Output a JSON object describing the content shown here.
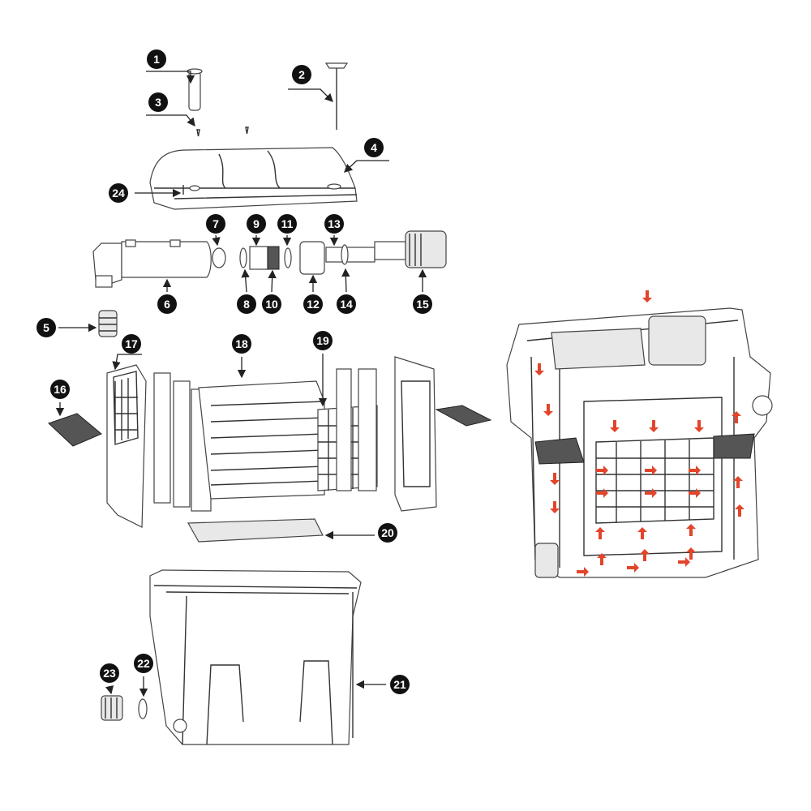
{
  "diagram": {
    "callouts": [
      "1",
      "2",
      "3",
      "4",
      "5",
      "6",
      "7",
      "8",
      "9",
      "10",
      "11",
      "12",
      "13",
      "14",
      "15",
      "16",
      "17",
      "18",
      "19",
      "20",
      "21",
      "22",
      "23",
      "24"
    ],
    "colors": {
      "callout": "#111111",
      "flow_arrow": "#e2452b",
      "line": "#333333"
    }
  }
}
